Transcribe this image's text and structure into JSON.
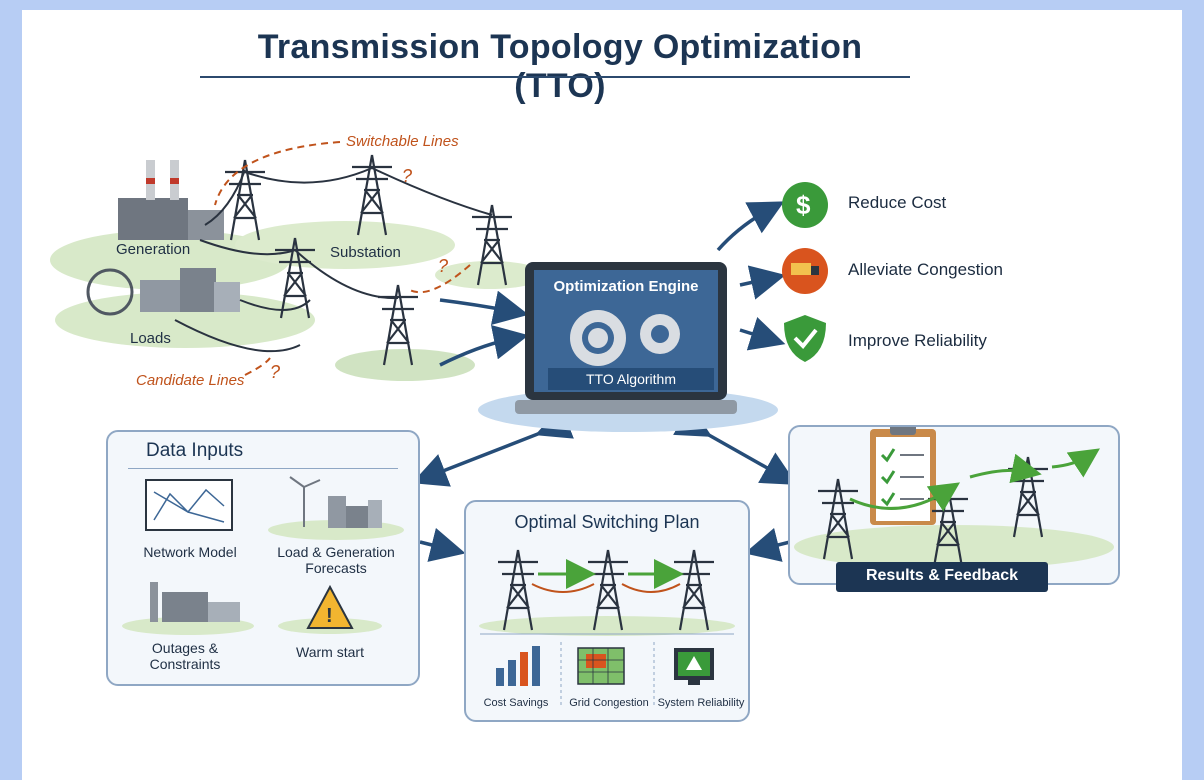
{
  "title": "Transmission Topology Optimization (TTO)",
  "network": {
    "switchable_lines": "Switchable Lines",
    "candidate_lines": "Candidate Lines",
    "generation": "Generation",
    "substation": "Substation",
    "loads": "Loads"
  },
  "engine": {
    "title": "Optimization Engine",
    "algorithm": "TTO Algorithm"
  },
  "benefits": [
    {
      "label": "Reduce Cost",
      "icon": "dollar-icon",
      "color": "#3a9a3a"
    },
    {
      "label": "Alleviate Congestion",
      "icon": "truck-congestion-icon",
      "color": "#d9541e"
    },
    {
      "label": "Improve Reliability",
      "icon": "shield-check-icon",
      "color": "#3a9a3a"
    }
  ],
  "data_inputs": {
    "title": "Data Inputs",
    "items": [
      "Network Model",
      "Load & Generation\nForecasts",
      "Outages &\nConstraints",
      "Warm start"
    ]
  },
  "switching_plan": {
    "title": "Optimal Switching Plan",
    "metrics": [
      "Cost Savings",
      "Grid Congestion",
      "System Reliability"
    ]
  },
  "results": {
    "title": "Results & Feedback"
  },
  "colors": {
    "navy": "#1c3553",
    "accent_orange": "#c0531c",
    "green": "#3a9a3a",
    "arrow_blue": "#264d78"
  }
}
